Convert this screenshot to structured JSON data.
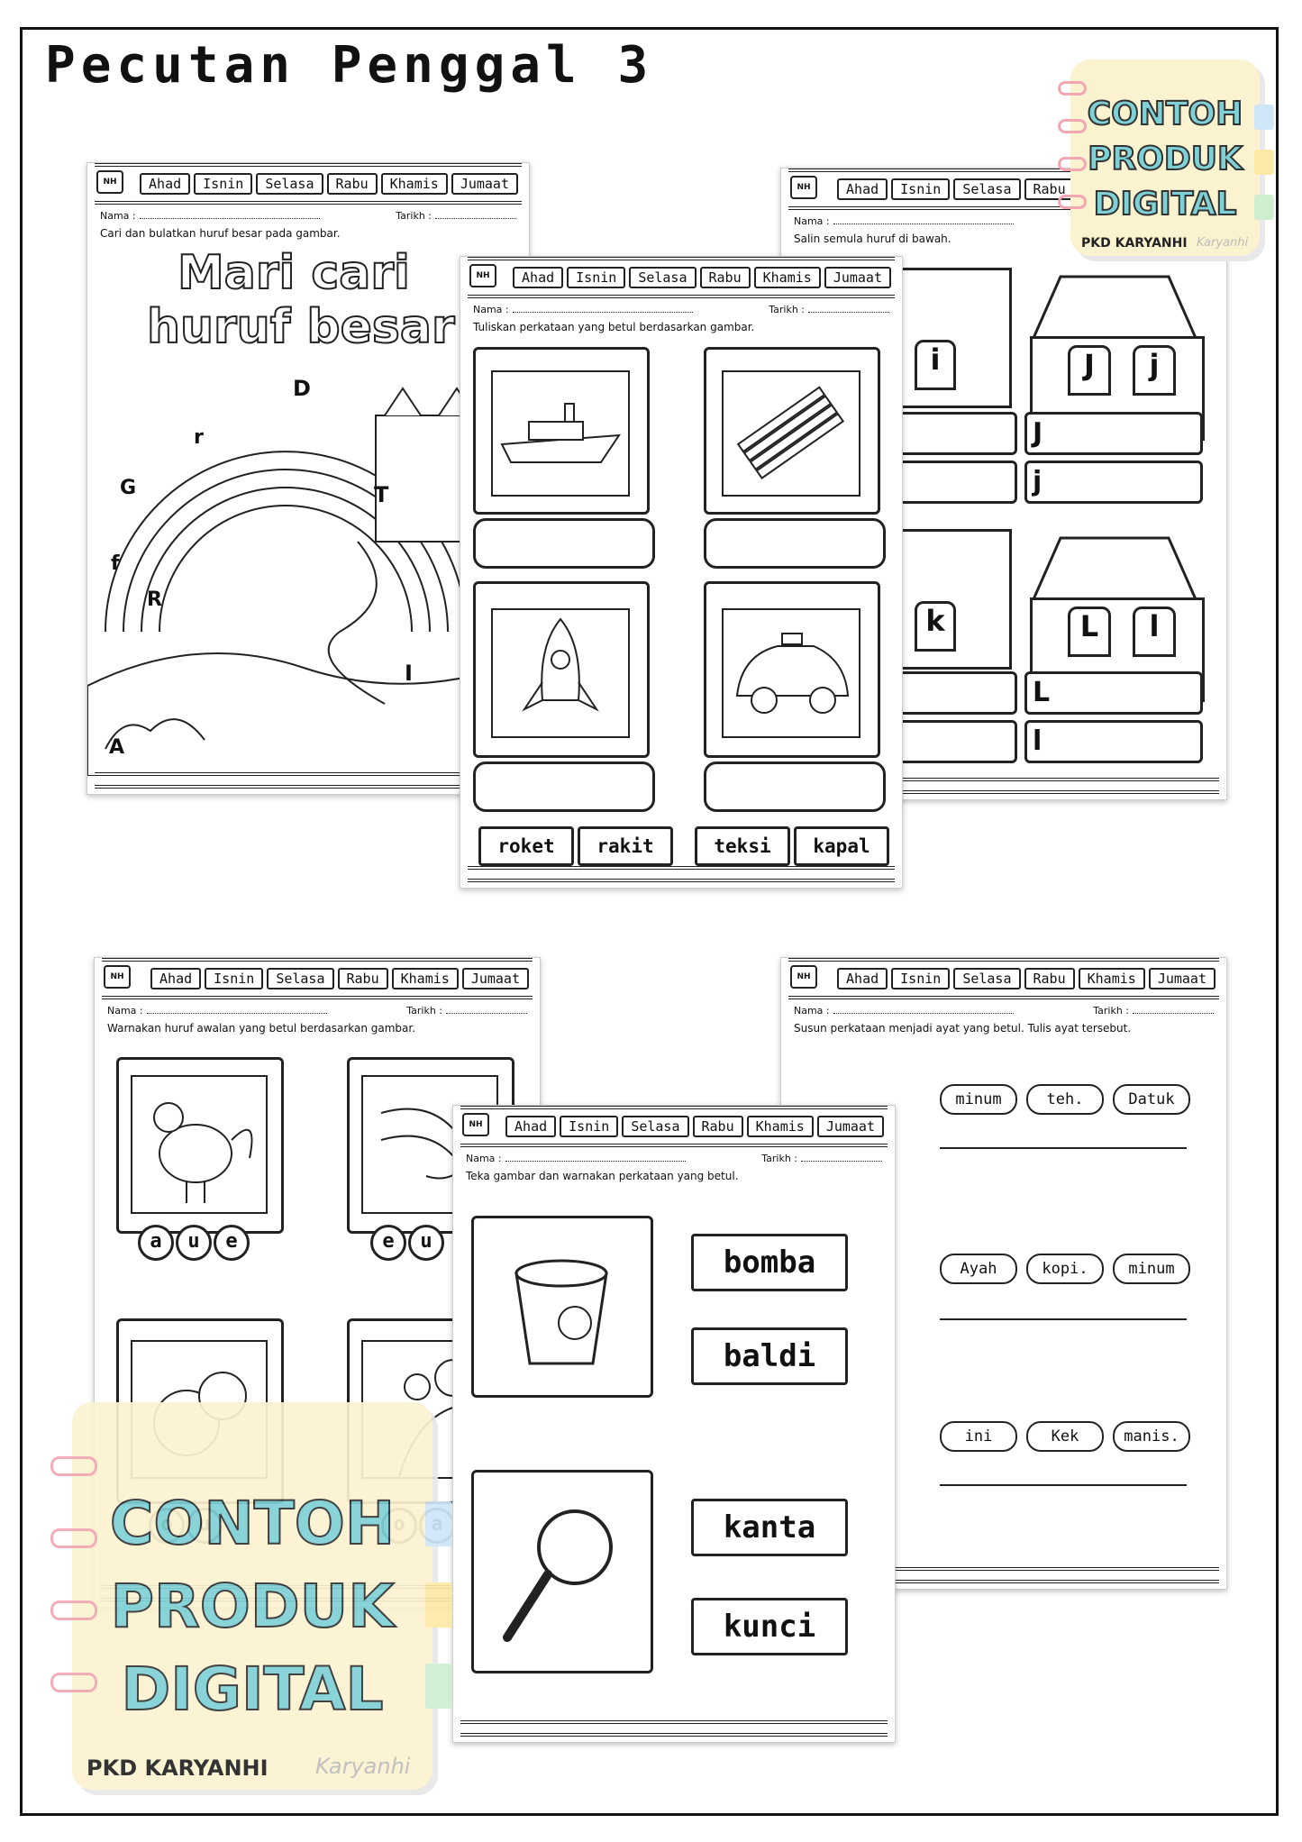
{
  "title": "Pecutan Penggal 3",
  "days": [
    "Ahad",
    "Isnin",
    "Selasa",
    "Rabu",
    "Khamis",
    "Jumaat"
  ],
  "labels": {
    "nama": "Nama :",
    "tarikh": "Tarikh :"
  },
  "sheet1": {
    "instruction": "Cari dan bulatkan huruf besar pada gambar.",
    "heading1": "Mari cari",
    "heading2": "huruf besar",
    "letters": [
      "D",
      "r",
      "G",
      "T",
      "f",
      "R",
      "I",
      "A"
    ]
  },
  "sheet2": {
    "instruction": "Salin semula huruf di bawah.",
    "houses": [
      {
        "upper": "",
        "lower": "i"
      },
      {
        "upper": "J",
        "lower": "j"
      },
      {
        "upper": "",
        "lower": "k"
      },
      {
        "upper": "L",
        "lower": "l"
      }
    ]
  },
  "sheet3": {
    "instruction": "Tuliskan perkataan yang betul berdasarkan gambar.",
    "words": [
      "roket",
      "rakit",
      "teksi",
      "kapal"
    ]
  },
  "sheet4": {
    "instruction": "Warnakan huruf awalan yang betul berdasarkan gambar.",
    "row1": [
      "a",
      "u",
      "e"
    ],
    "row2": [
      "e",
      "u"
    ],
    "row3a": [
      "o",
      "u"
    ],
    "row3b": [
      "o",
      "a"
    ]
  },
  "sheet5": {
    "instruction": "Susun perkataan menjadi ayat yang betul. Tulis ayat tersebut.",
    "rows": [
      [
        "minum",
        "teh.",
        "Datuk"
      ],
      [
        "Ayah",
        "kopi.",
        "minum"
      ],
      [
        "ini",
        "Kek",
        "manis."
      ]
    ]
  },
  "sheet6": {
    "instruction": "Teka gambar dan warnakan perkataan yang betul.",
    "words": [
      "bomba",
      "baldi",
      "kanta",
      "kunci"
    ]
  },
  "watermark": {
    "line1": "CONTOH",
    "line2": "PRODUK",
    "line3": "DIGITAL",
    "brand": "PKD KARYANHI",
    "sign": "Karyanhi"
  }
}
